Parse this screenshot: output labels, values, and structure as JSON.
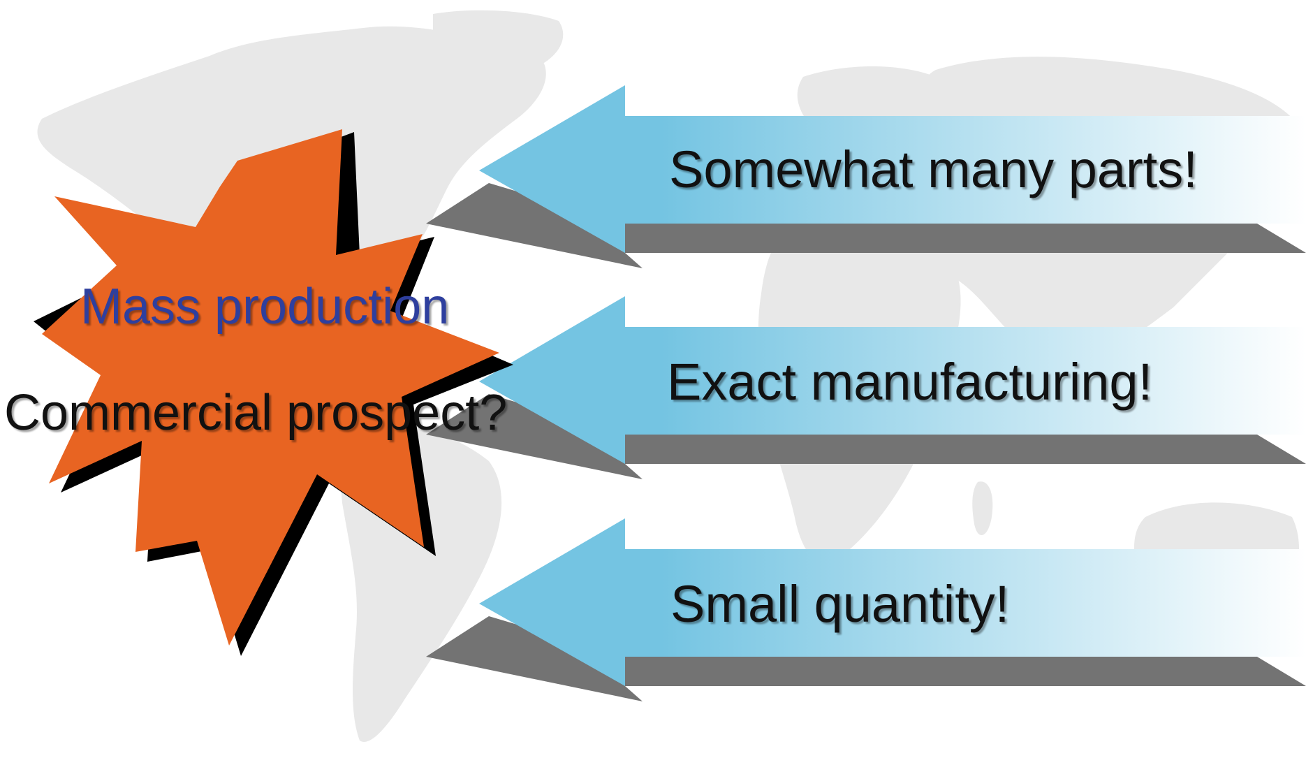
{
  "colors": {
    "arrow_head": "#74c4e2",
    "arrow_fade": "#ffffff",
    "arrow_shadow": "#737373",
    "burst_fill": "#e86422",
    "burst_shadow": "#000000",
    "map_fill": "#e8e8e8",
    "burst_title_color": "#2e3f9e"
  },
  "burst": {
    "line1": "Mass production",
    "line2": "Commercial prospect?"
  },
  "arrows": [
    {
      "label": "Somewhat many parts!"
    },
    {
      "label": "Exact manufacturing!"
    },
    {
      "label": "Small quantity!"
    }
  ],
  "background": {
    "icon": "world-map-icon"
  }
}
